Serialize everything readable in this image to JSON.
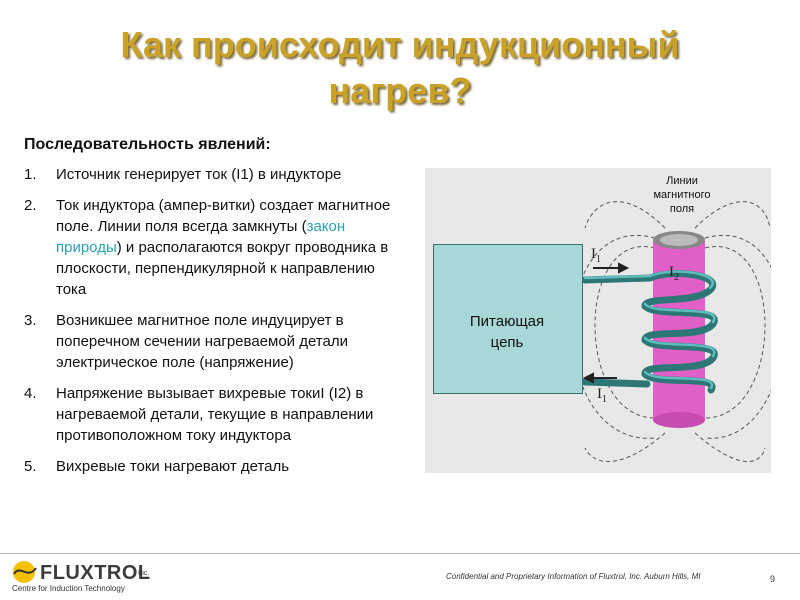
{
  "title": {
    "line1": "Как происходит индукционный",
    "line2": "нагрев?"
  },
  "subtitle": "Последовательность явлений:",
  "steps": [
    {
      "num": "1.",
      "text": "Источник генерирует ток (I1) в индукторе"
    },
    {
      "num": "2.",
      "text_before": "Ток индуктора (ампер-витки) создает магнитное поле. Линии поля всегда замкнуты (",
      "link": "закон природы",
      "text_after": ") и располагаются вокруг проводника в плоскости, перпендикулярной к направлению тока"
    },
    {
      "num": "3.",
      "text": "Возникшее магнитное поле индуцирует в поперечном сечении нагреваемой детали электрическое поле (напряжение)"
    },
    {
      "num": "4.",
      "text": "Напряжение вызывает вихревые токиI (I2) в нагреваемой детали, текущие в направлении противоположном  току индуктора"
    },
    {
      "num": "5.",
      "text": "Вихревые токи нагревают деталь"
    }
  ],
  "diagram": {
    "power_label_line1": "Питающая",
    "power_label_line2": "цепь",
    "field_label_line1": "Линии",
    "field_label_line2": "магнитного",
    "field_label_line3": "поля",
    "current_1": "I",
    "current_1_sub": "1",
    "current_2": "I",
    "current_2_sub": "2",
    "current_3": "I",
    "current_3_sub": "1",
    "colors": {
      "coil": "#3b8c8c",
      "workpiece": "#e060c8",
      "box": "#a8d7d7",
      "background": "#e8e8e8"
    }
  },
  "footer": {
    "logo": "FLUXTROL",
    "logo_inc": "Inc.",
    "logo_tagline": "Centre for Induction Technology",
    "confidential": "Confidential and Proprietary Information of Fluxtrol, Inc. Auburn Hills, MI",
    "page_number": "9"
  }
}
